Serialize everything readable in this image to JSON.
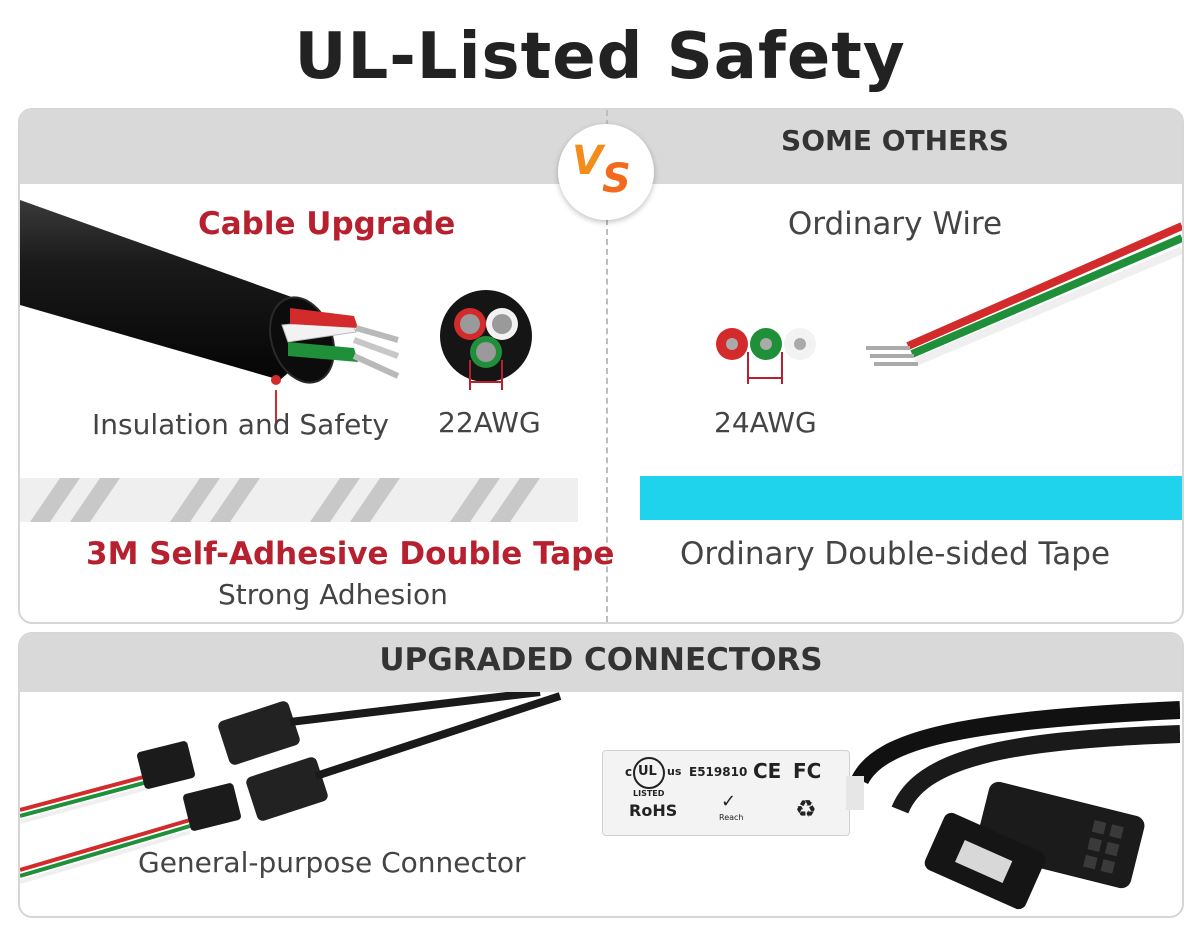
{
  "title": "UL-Listed Safety",
  "vs_label": "VS",
  "left": {
    "cable_heading": "Cable Upgrade",
    "insulation_label": "Insulation and Safety",
    "awg_label": "22AWG",
    "tape_heading": "3M Self-Adhesive Double Tape",
    "tape_sub": "Strong Adhesion"
  },
  "right": {
    "header": "SOME OTHERS",
    "wire_heading": "Ordinary Wire",
    "awg_label": "24AWG",
    "tape_heading": "Ordinary Double-sided Tape"
  },
  "connectors": {
    "header": "UPGRADED CONNECTORS",
    "general_label": "General-purpose Connector",
    "cert": {
      "cul": "c",
      "ul": "UL",
      "us": "us",
      "listed": "LISTED",
      "file_no": "E519810",
      "ce": "CE",
      "fc": "FC",
      "rohs": "RoHS",
      "reach": "Reach"
    }
  },
  "colors": {
    "accent_red": "#b7212f",
    "header_gray": "#d9d9d9",
    "ordinary_tape": "#1fd3ec",
    "wire_red": "#d32b2b",
    "wire_green": "#1f8f3a",
    "wire_white": "#f2f2f2",
    "vs_orange": "#f28c1b"
  }
}
